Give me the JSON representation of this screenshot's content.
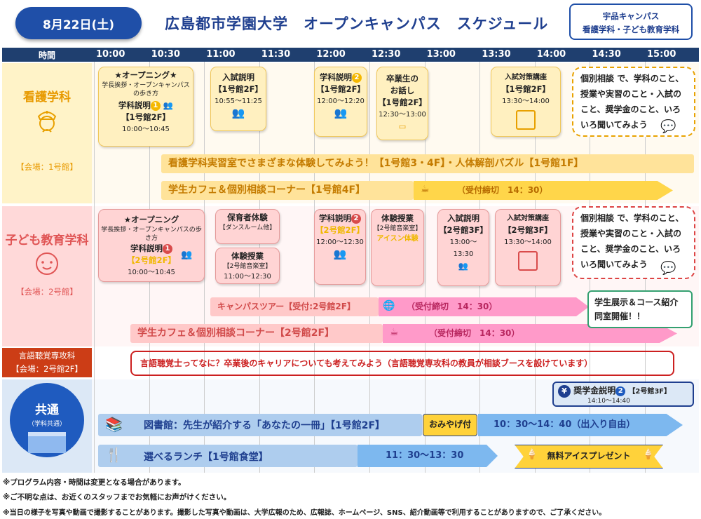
{
  "header": {
    "date": "8月22日(土)",
    "title": "広島都市学園大学　オープンキャンパス　スケジュール",
    "campus_line1": "宇品キャンパス",
    "campus_line2": "看護学科・子ども教育学科",
    "time_label": "時間",
    "times": [
      "10:00",
      "10:30",
      "11:00",
      "11:30",
      "12:00",
      "12:30",
      "13:00",
      "13:30",
      "14:00",
      "14:30",
      "15:00"
    ]
  },
  "nurse": {
    "name": "看護学科",
    "venue": "【会場：1号館】",
    "opening": {
      "title": "★オープニング★",
      "sub": "学長挨拶・オープンキャンパスの歩き方",
      "label": "学科説明",
      "num": "1",
      "room": "【1号館2F】",
      "time": "10:00～10:45"
    },
    "entrance": {
      "title": "入試説明",
      "room": "【1号館2F】",
      "time": "10:55～11:25"
    },
    "dept2": {
      "label": "学科説明",
      "num": "2",
      "room": "【1号館2F】",
      "time": "12:00～12:20"
    },
    "alumni": {
      "title1": "卒業生の",
      "title2": "お話し",
      "room": "【1号館2F】",
      "time": "12:30～13:00"
    },
    "prep": {
      "title": "入試対策講座",
      "room": "【1号館2F】",
      "time": "13:30～14:00"
    },
    "consult": "個別相談 で、学科のこと、授業や実習のこと・入試のこと、奨学金のこと、いろいろ聞いてみよう",
    "bar1": "看護学科実習室でさまざまな体験してみよう！【1号館3・4F】・人体解剖パズル【1号館1F】",
    "bar2": "学生カフェ＆個別相談コーナー【1号館4F】",
    "bar2_note": "（受付締切　14：30）"
  },
  "child": {
    "name": "子ども教育学科",
    "venue": "【会場：2号館】",
    "opening": {
      "title": "★オープニング",
      "sub": "学長挨拶・オープンキャンパスの歩き方",
      "label": "学科説明",
      "num": "1",
      "room": "【2号館2F】",
      "time": "10:00～10:45"
    },
    "nursery": {
      "title": "保育者体験",
      "sub": "【ダンスルーム他】"
    },
    "lesson1": {
      "title": "体験授業",
      "room": "【2号館音楽室】",
      "time": "11:00～12:30"
    },
    "dept2": {
      "label": "学科説明",
      "num": "2",
      "room": "【2号館2F】",
      "time": "12:00～12:30"
    },
    "lesson2": {
      "title": "体験授業",
      "room": "【2号館音楽室】",
      "extra": "アイスン体験"
    },
    "entrance": {
      "title": "入試説明",
      "room": "【2号館3F】",
      "time1": "13:00～",
      "time2": "13:30"
    },
    "prep": {
      "title": "入試対策講座",
      "room": "【2号館3F】",
      "time": "13:30～14:00"
    },
    "consult": "個別相談 で、学科のこと、授業や実習のこと・入試のこと、奨学金のこと、いろいろ聞いてみよう",
    "tour": "キャンパスツアー【受付:2号館2F】",
    "tour_note": "（受付締切　14：30）",
    "cafe": "学生カフェ＆個別相談コーナー【2号館2F】",
    "cafe_note": "（受付締切　14：30）",
    "exhibit": "学生展示＆コース紹介同室開催！！"
  },
  "lang": {
    "name": "言語聴覚専攻科",
    "venue": "【会場：2号館2F】",
    "message": "言語聴覚士ってなに？卒業後のキャリアについても考えてみよう（言語聴覚専攻科の教員が相談ブースを設けています）"
  },
  "common": {
    "name": "共通",
    "sub": "（学科共通）",
    "scholar": {
      "title": "奨学金説明",
      "num": "2",
      "room": "【2号館3F】",
      "time": "14:10～14:40"
    },
    "library": "図書館：先生が紹介する「あなたの一冊」【1号館2F】",
    "library_gift": "おみやげ付",
    "library_time": "10：30～14：40（出入り自由）",
    "lunch": "選べるランチ【1号館食堂】",
    "lunch_time": "11：30～13：30",
    "lunch_gift": "無料アイスプレゼント"
  },
  "notes": [
    "※プログラム内容・時間は変更となる場合があります。",
    "※ご不明な点は、お近くのスタッフまでお気軽にお声がけください。",
    "※当日の様子を写真や動画で撮影することがあります。撮影した写真や動画は、大学広報のため、広報誌、ホームページ、SNS、紹介動画等で利用することがありますので、ご了承ください。"
  ]
}
